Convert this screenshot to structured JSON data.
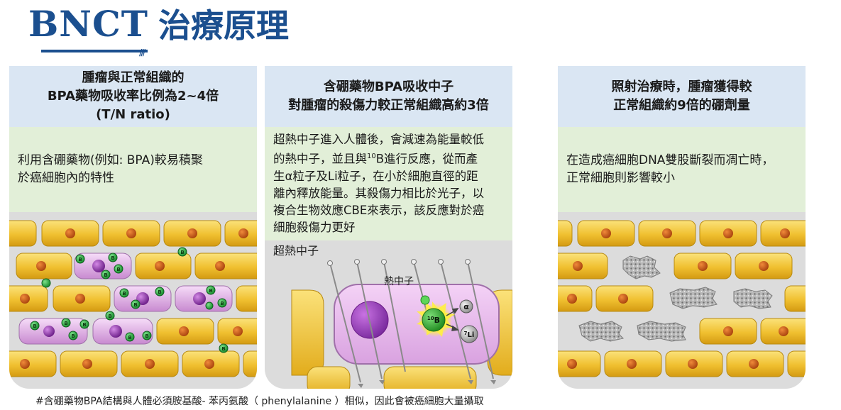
{
  "title": {
    "en": "BNCT",
    "zh": "治療原理"
  },
  "panels": [
    {
      "heading_lines": [
        "腫瘤與正常組織的",
        "BPA藥物吸收率比例為2~4倍",
        "(T/N ratio)"
      ],
      "body_lines": [
        "利用含硼藥物(例如: BPA)較易積聚",
        "於癌細胞內的特性"
      ],
      "boron_label": "B"
    },
    {
      "heading_lines": [
        "含硼藥物BPA吸收中子",
        "對腫瘤的殺傷力較正常組織高約3倍"
      ],
      "body_lines": [
        "超熱中子進入人體後，會減速為能量較低",
        "的熱中子，並且與",
        "B進行反應，從而產",
        "生α粒子及Li粒子，在小於細胞直徑的距",
        "離內釋放能量。其殺傷力相比於光子，以",
        "複合生物效應CBE來表示，該反應對於癌",
        "細胞殺傷力更好"
      ],
      "superscript_10": "10",
      "label_epithermal": "超熱中子",
      "label_thermal": "熱中子",
      "boron_core_sup": "10",
      "boron_core": "B",
      "alpha": "α",
      "li_sup": "7",
      "li": "Li"
    },
    {
      "heading_lines": [
        "照射治療時，腫瘤獲得較",
        "正常組織約9倍的硼劑量"
      ],
      "body_lines": [
        "在造成癌細胞DNA雙股斷裂而凋亡時，",
        "正常細胞則影響較小"
      ]
    }
  ],
  "footnote": "#含硼藥物BPA結構與人體必須胺基酸- 苯丙氨酸（ phenylalanine ）相似，因此會被癌細胞大量攝取",
  "colors": {
    "accent": "#1b4f8f",
    "header": "#dae6f3",
    "body": "#e2efd8",
    "panel_bg": "#dcdcdc",
    "cell": "#f2c23a",
    "tumor": "#e3b6e8",
    "boron": "#22a83a"
  }
}
